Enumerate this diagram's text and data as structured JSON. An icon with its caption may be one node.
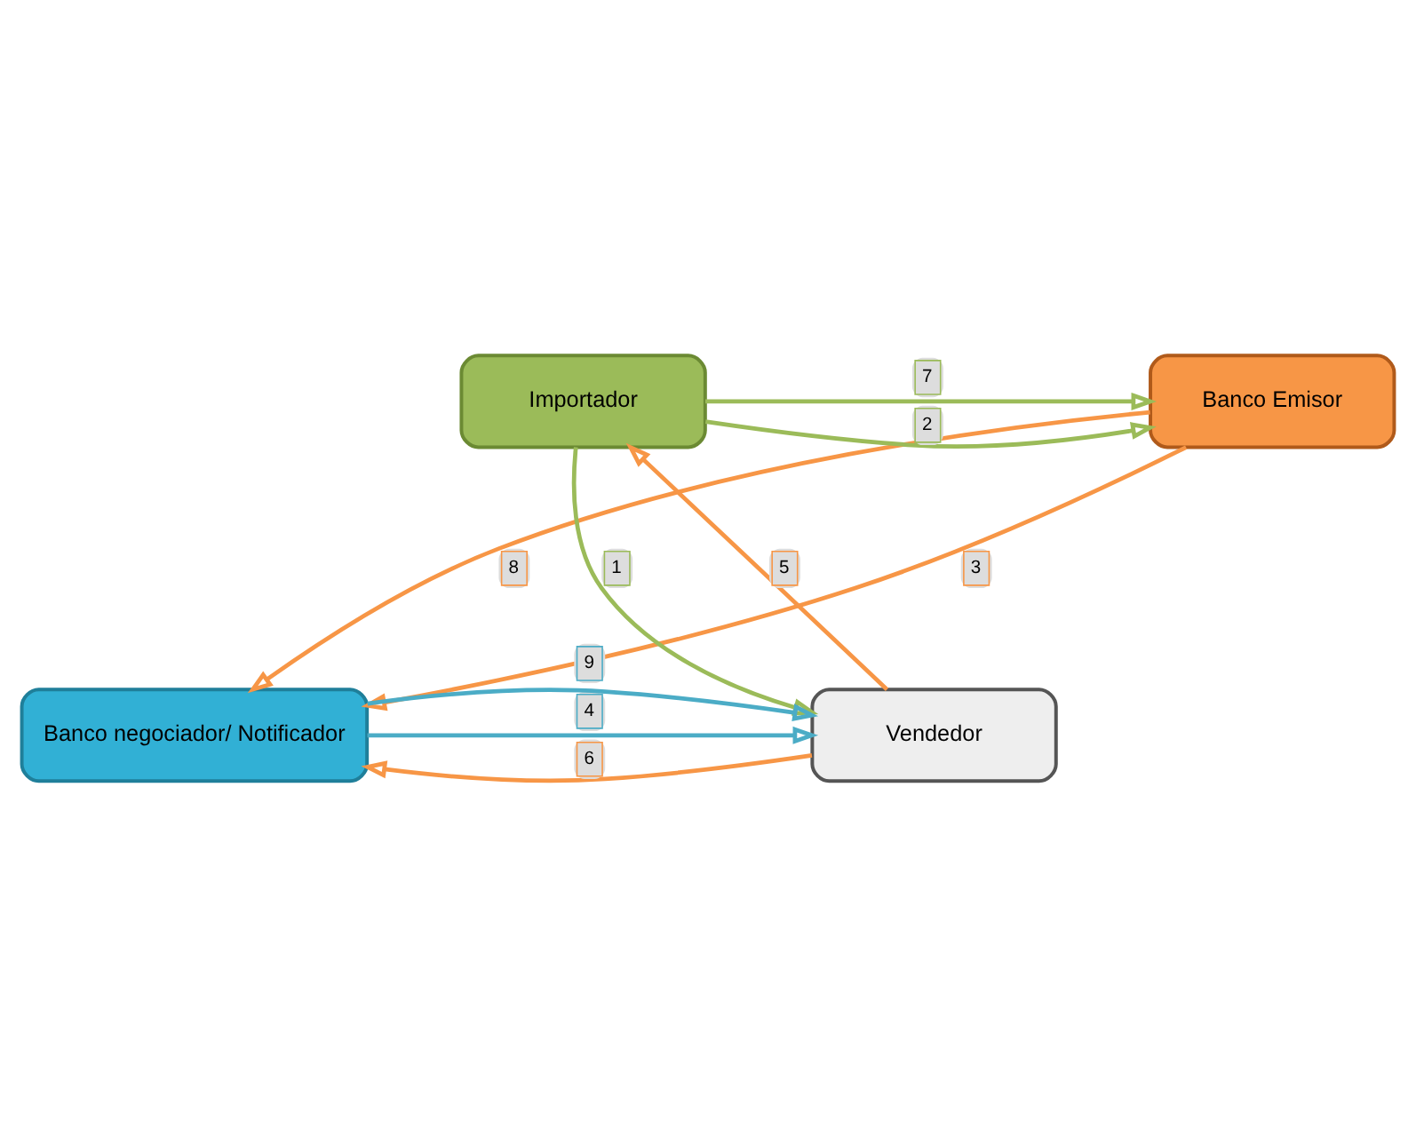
{
  "diagram": {
    "nodes": [
      {
        "text": [
          "Banco Emisor"
        ]
      },
      {
        "text": [
          "Importador"
        ]
      },
      {
        "text": [
          "Banco negociador/ Notificador"
        ]
      },
      {
        "text": [
          "Vendedor"
        ]
      }
    ],
    "edges": [
      {
        "from": 1,
        "to": 0,
        "arrow": "to",
        "label": "7",
        "color": "#9bbb59"
      },
      {
        "from": 1,
        "to": 0,
        "arrow": "to",
        "label": "2",
        "color": "#9bbb59"
      },
      {
        "from": 0,
        "to": 2,
        "arrow": "to",
        "label": "8",
        "color": "#f79646"
      },
      {
        "from": 0,
        "to": 2,
        "arrow": "to",
        "label": "3",
        "color": "#f79646"
      },
      {
        "from": 1,
        "to": 3,
        "arrow": "to",
        "label": "1",
        "color": "#9bbb59"
      },
      {
        "from": 3,
        "to": 1,
        "arrow": "to",
        "label": "5",
        "color": "#f79646"
      },
      {
        "from": 2,
        "to": 3,
        "arrow": "to",
        "label": "4",
        "color": "#4bacc6"
      },
      {
        "from": 3,
        "to": 2,
        "arrow": "to",
        "label": "6",
        "color": "#f79646"
      },
      {
        "from": 2,
        "to": 3,
        "arrow": "to",
        "label": "9",
        "color": "#4bacc6"
      }
    ]
  }
}
